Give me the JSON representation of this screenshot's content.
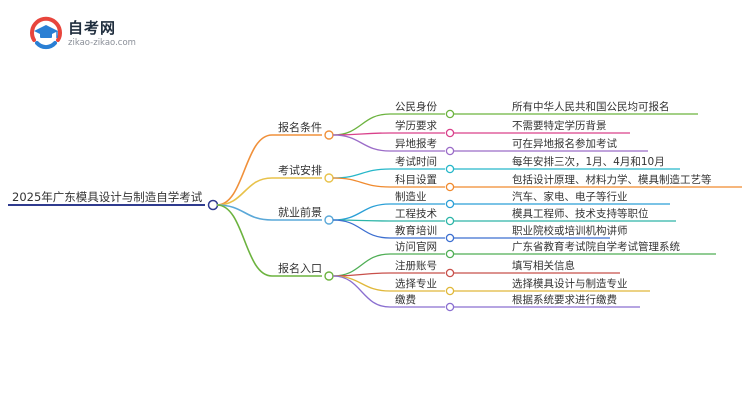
{
  "brand": {
    "name": "自考网",
    "url": "zikao-zikao.com"
  },
  "mindmap": {
    "root": "2025年广东模具设计与制造自学考试",
    "branches": [
      {
        "label": "报名条件",
        "color": "#f0903a",
        "children": [
          {
            "label": "公民身份",
            "desc": "所有中华人民共和国公民均可报名",
            "color": "#6cb33f"
          },
          {
            "label": "学历要求",
            "desc": "不需要特定学历背景",
            "color": "#d9418b"
          },
          {
            "label": "异地报考",
            "desc": "可在异地报名参加考试",
            "color": "#9b6cc8"
          }
        ]
      },
      {
        "label": "考试安排",
        "color": "#e8c24a",
        "children": [
          {
            "label": "考试时间",
            "desc": "每年安排三次，1月、4月和10月",
            "color": "#26b7c9"
          },
          {
            "label": "科目设置",
            "desc": "包括设计原理、材料力学、模具制造工艺等",
            "color": "#f08a2e"
          }
        ]
      },
      {
        "label": "就业前景",
        "color": "#5aa8d8",
        "children": [
          {
            "label": "制造业",
            "desc": "汽车、家电、电子等行业",
            "color": "#2a9fd6"
          },
          {
            "label": "工程技术",
            "desc": "模具工程师、技术支持等职位",
            "color": "#2db5a8"
          },
          {
            "label": "教育培训",
            "desc": "职业院校或培训机构讲师",
            "color": "#3c6fd0"
          }
        ]
      },
      {
        "label": "报名入口",
        "color": "#6cb33f",
        "children": [
          {
            "label": "访问官网",
            "desc": "广东省教育考试院自学考试管理系统",
            "color": "#4fae55"
          },
          {
            "label": "注册账号",
            "desc": "填写相关信息",
            "color": "#c8504a"
          },
          {
            "label": "选择专业",
            "desc": "选择模具设计与制造专业",
            "color": "#e0b83a"
          },
          {
            "label": "缴费",
            "desc": "根据系统要求进行缴费",
            "color": "#8a6fd0"
          }
        ]
      }
    ]
  }
}
